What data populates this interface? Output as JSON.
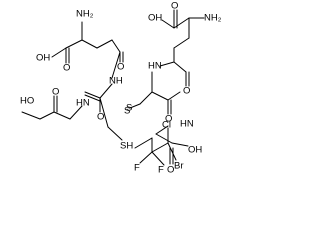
{
  "molecule": {
    "atom_labels": {
      "nh2_top_left": "NH₂",
      "oh_left": "OH",
      "o_left_carboxyl": "O",
      "o_amide_left": "O",
      "hn_left": "HN",
      "oh_far_left": "HO",
      "o_far_left": "O",
      "nh_left": "NH",
      "o_cys_left": "O",
      "s_left": "S",
      "s_disulfide": "SH",
      "cl": "Cl",
      "f1": "F",
      "f2": "F",
      "br": "Br",
      "oh_right": "OH",
      "o_right_carboxyl": "O",
      "nh2_top_right": "NH₂",
      "hn_right": "HN",
      "o_amide_right": "O",
      "s_right": "S",
      "o_cys_right": "O",
      "hn_bottom": "HN",
      "o_gly_right": "O",
      "oh_bottom_right": "OH"
    }
  }
}
